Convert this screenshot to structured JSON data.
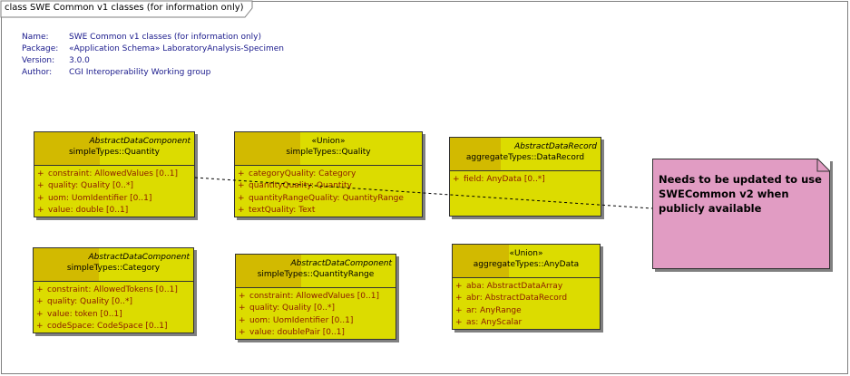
{
  "frame": {
    "title": "class SWE Common v1 classes (for information only)"
  },
  "metadata": [
    {
      "key": "Name:",
      "value": "SWE Common v1 classes (for information only)"
    },
    {
      "key": "Package:",
      "value": "«Application Schema» LaboratoryAnalysis-Specimen"
    },
    {
      "key": "Version:",
      "value": "3.0.0"
    },
    {
      "key": "Author:",
      "value": "CGI Interoperability Working group"
    }
  ],
  "classes": {
    "quantity": {
      "stereotype": "AbstractDataComponent",
      "name": "simpleTypes::Quantity",
      "attributes": [
        {
          "vis": "+",
          "text": "constraint:  AllowedValues [0..1]"
        },
        {
          "vis": "+",
          "text": "quality:  Quality [0..*]"
        },
        {
          "vis": "+",
          "text": "uom:  UomIdentifier [0..1]"
        },
        {
          "vis": "+",
          "text": "value:  double [0..1]"
        }
      ]
    },
    "quality": {
      "stereotype": "«Union»",
      "name": "simpleTypes::Quality",
      "attributes": [
        {
          "vis": "+",
          "text": "categoryQuality:  Category"
        },
        {
          "vis": "+",
          "text": "quantityQuality:  Quantity"
        },
        {
          "vis": "+",
          "text": "quantityRangeQuality:  QuantityRange"
        },
        {
          "vis": "+",
          "text": "textQuality:  Text"
        }
      ]
    },
    "datarecord": {
      "stereotype": "AbstractDataRecord",
      "name": "aggregateTypes::DataRecord",
      "attributes": [
        {
          "vis": "+",
          "text": "field:  AnyData [0..*]"
        }
      ]
    },
    "category": {
      "stereotype": "AbstractDataComponent",
      "name": "simpleTypes::Category",
      "attributes": [
        {
          "vis": "+",
          "text": "constraint:  AllowedTokens [0..1]"
        },
        {
          "vis": "+",
          "text": "quality:  Quality [0..*]"
        },
        {
          "vis": "+",
          "text": "value:  token [0..1]"
        },
        {
          "vis": "+",
          "text": "codeSpace:  CodeSpace [0..1]"
        }
      ]
    },
    "quantityrange": {
      "stereotype": "AbstractDataComponent",
      "name": "simpleTypes::QuantityRange",
      "attributes": [
        {
          "vis": "+",
          "text": "constraint:  AllowedValues [0..1]"
        },
        {
          "vis": "+",
          "text": "quality:  Quality [0..*]"
        },
        {
          "vis": "+",
          "text": "uom:  UomIdentifier [0..1]"
        },
        {
          "vis": "+",
          "text": "value:  doublePair [0..1]"
        }
      ]
    },
    "anydata": {
      "stereotype": "«Union»",
      "name": "aggregateTypes::AnyData",
      "attributes": [
        {
          "vis": "+",
          "text": "aba:  AbstractDataArray"
        },
        {
          "vis": "+",
          "text": "abr:  AbstractDataRecord"
        },
        {
          "vis": "+",
          "text": "ar:  AnyRange"
        },
        {
          "vis": "+",
          "text": "as:  AnyScalar"
        }
      ]
    }
  },
  "note": {
    "text": "Needs to be updated to use SWECommon v2 when publicly available"
  },
  "colors": {
    "class_fill": "#dcdc00",
    "class_shade": "#d2ba00",
    "note_fill": "#e19cc3",
    "attr_text": "#8b1a00",
    "meta_text": "#1a1a8c"
  }
}
